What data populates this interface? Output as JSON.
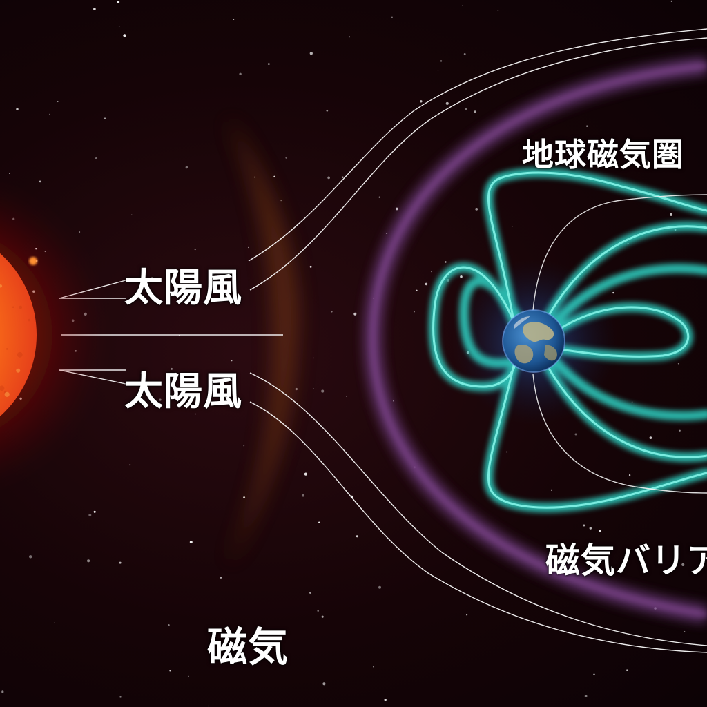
{
  "labels": {
    "solar_wind_upper": "太陽風",
    "solar_wind_lower": "太陽風",
    "magnetosphere": "地球磁気圏",
    "magnetic_barrier": "磁気バリア",
    "magnetism": "磁気"
  },
  "colors": {
    "space_background": "#160407",
    "sun_core": "#ff8a1a",
    "sun_edge": "#e02010",
    "field_lines": "#2fd3c4",
    "barrier": "#6a3a7a",
    "bow_shock": "#6b3418",
    "wind_lines": "#ffffff",
    "earth_ocean": "#1f5fa0",
    "earth_land": "#b8b28a"
  }
}
